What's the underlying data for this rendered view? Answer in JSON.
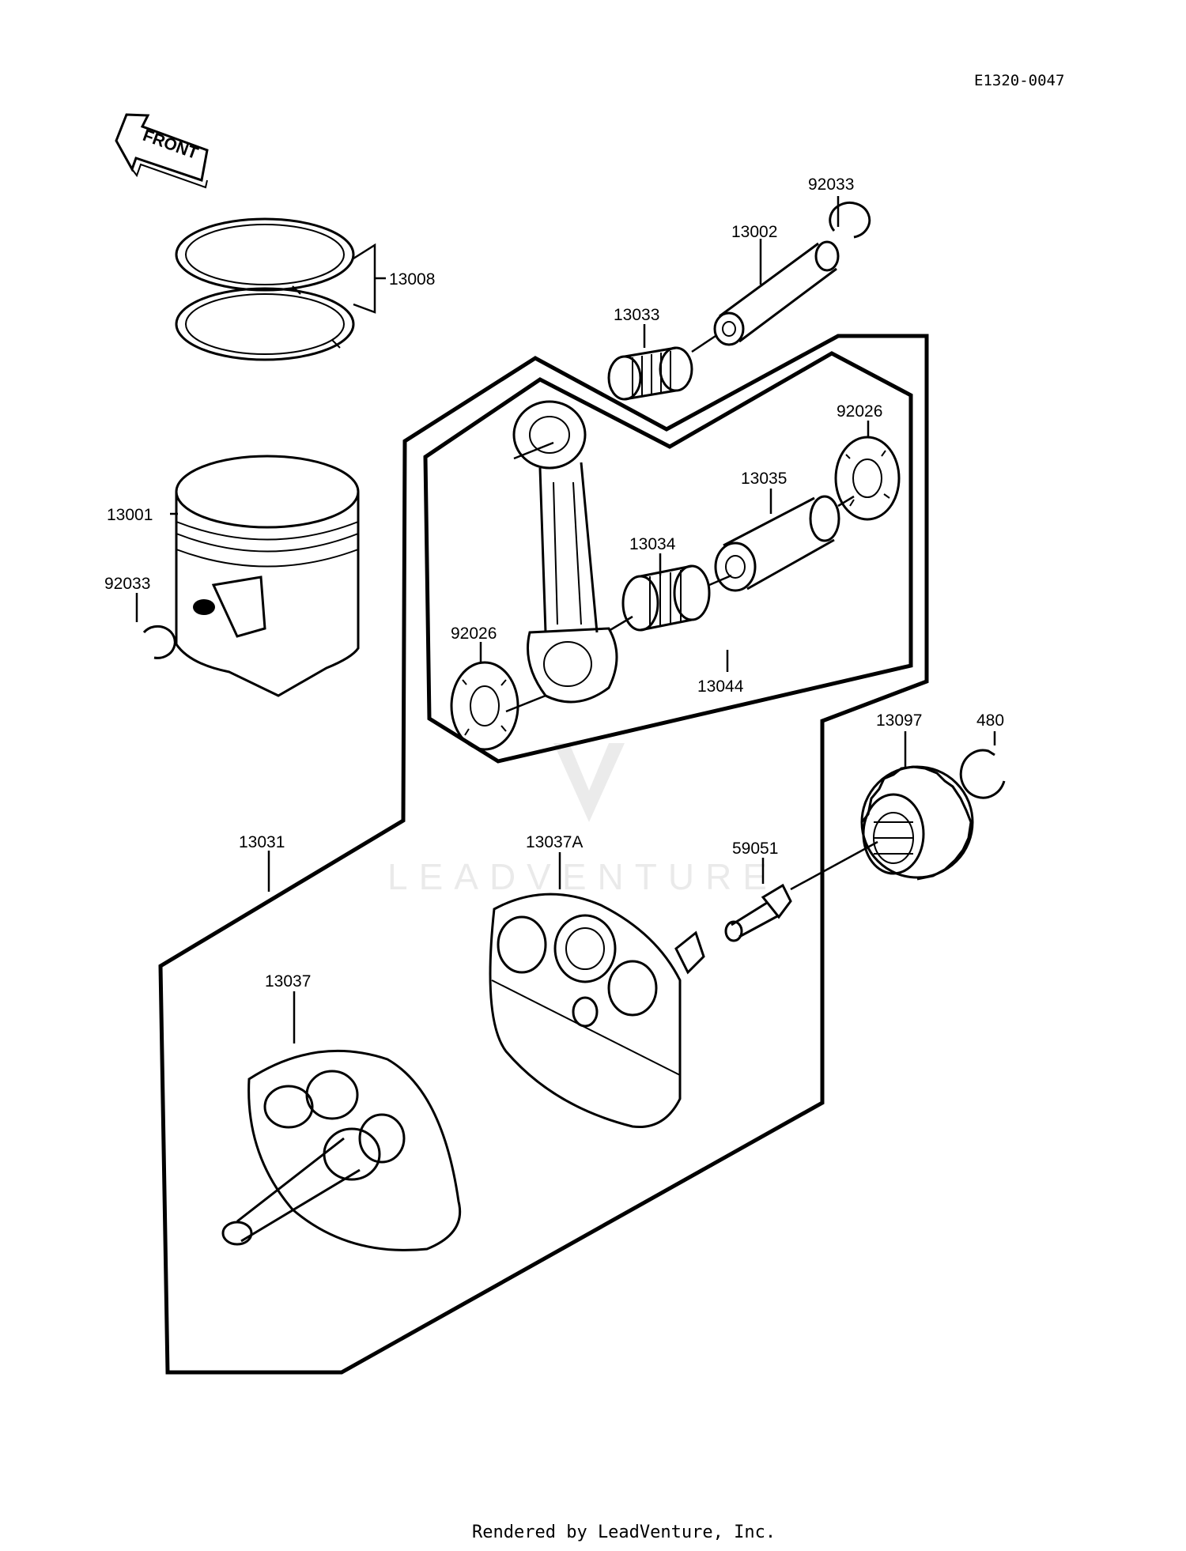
{
  "diagram_code": "E1320-0047",
  "front_arrow_label": "FRONT",
  "labels": {
    "p13008": "13008",
    "p13001": "13001",
    "p92033_left": "92033",
    "p92033_top": "92033",
    "p13002": "13002",
    "p13033": "13033",
    "p92026_right": "92026",
    "p13035": "13035",
    "p13034": "13034",
    "p92026_left": "92026",
    "p13044": "13044",
    "p13097": "13097",
    "p480": "480",
    "p13031": "13031",
    "p13037A": "13037A",
    "p59051": "59051",
    "p13037": "13037"
  },
  "watermark": "LEADVENTURE",
  "footer": "Rendered by LeadVenture, Inc."
}
